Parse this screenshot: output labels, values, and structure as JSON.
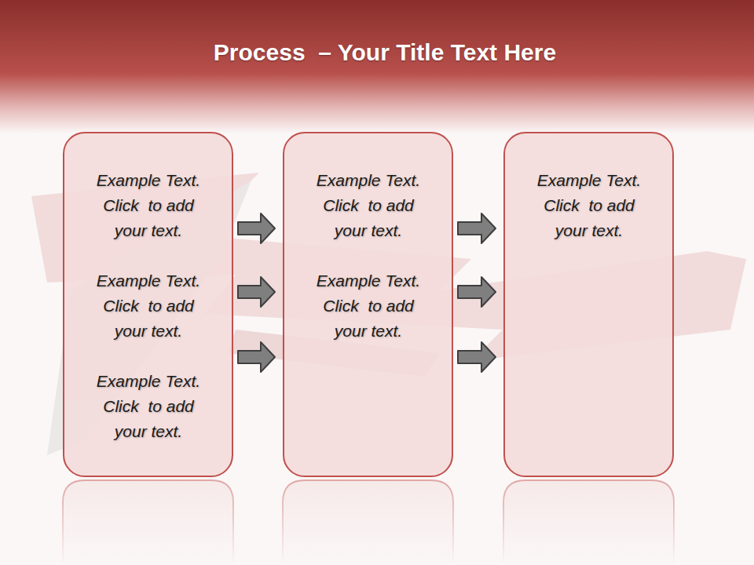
{
  "diagram": {
    "title": "Process  – Your Title Text Here",
    "nodes": [
      {
        "text": [
          "Example Text. Click  to add your text.",
          "Example Text. Click  to add your text.",
          "Example Text. Click  to add your text."
        ]
      },
      {
        "text": [
          "Example Text. Click  to add your text.",
          "Example Text. Click  to add your text."
        ]
      },
      {
        "text": [
          "Example Text. Click  to add your text."
        ]
      }
    ],
    "edges": [
      {
        "from": 0,
        "to": 1,
        "arrow": "to"
      },
      {
        "from": 0,
        "to": 1,
        "arrow": "to"
      },
      {
        "from": 0,
        "to": 1,
        "arrow": "to"
      },
      {
        "from": 1,
        "to": 2,
        "arrow": "to"
      },
      {
        "from": 1,
        "to": 2,
        "arrow": "to"
      },
      {
        "from": 1,
        "to": 2,
        "arrow": "to"
      }
    ]
  }
}
